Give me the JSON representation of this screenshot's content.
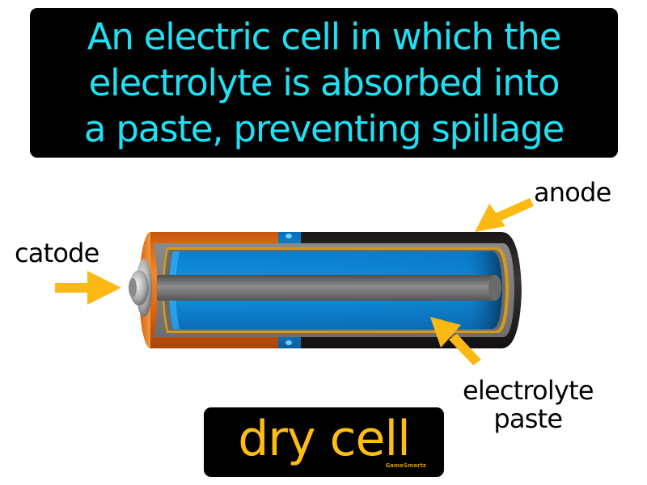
{
  "definition": {
    "lines": [
      "An electric cell in which the",
      "electrolyte is absorbed into",
      "a paste, preventing spillage"
    ],
    "color": "#1ee1f4"
  },
  "term": {
    "text": "dry cell",
    "color": "#fdbd11",
    "brand": "GameSmartz"
  },
  "diagram": {
    "labels": {
      "catode": "catode",
      "anode": "anode",
      "electrolyte_line1": "electrolyte",
      "electrolyte_line2": "paste"
    },
    "colors": {
      "arrow": "#fdb913",
      "casing_copper": "#e8731a",
      "casing_black": "#231f20",
      "electrolyte_blue": "#0a8fd8",
      "rod_gray": "#7a7a7a",
      "liner_gold": "#d49a1a"
    }
  }
}
